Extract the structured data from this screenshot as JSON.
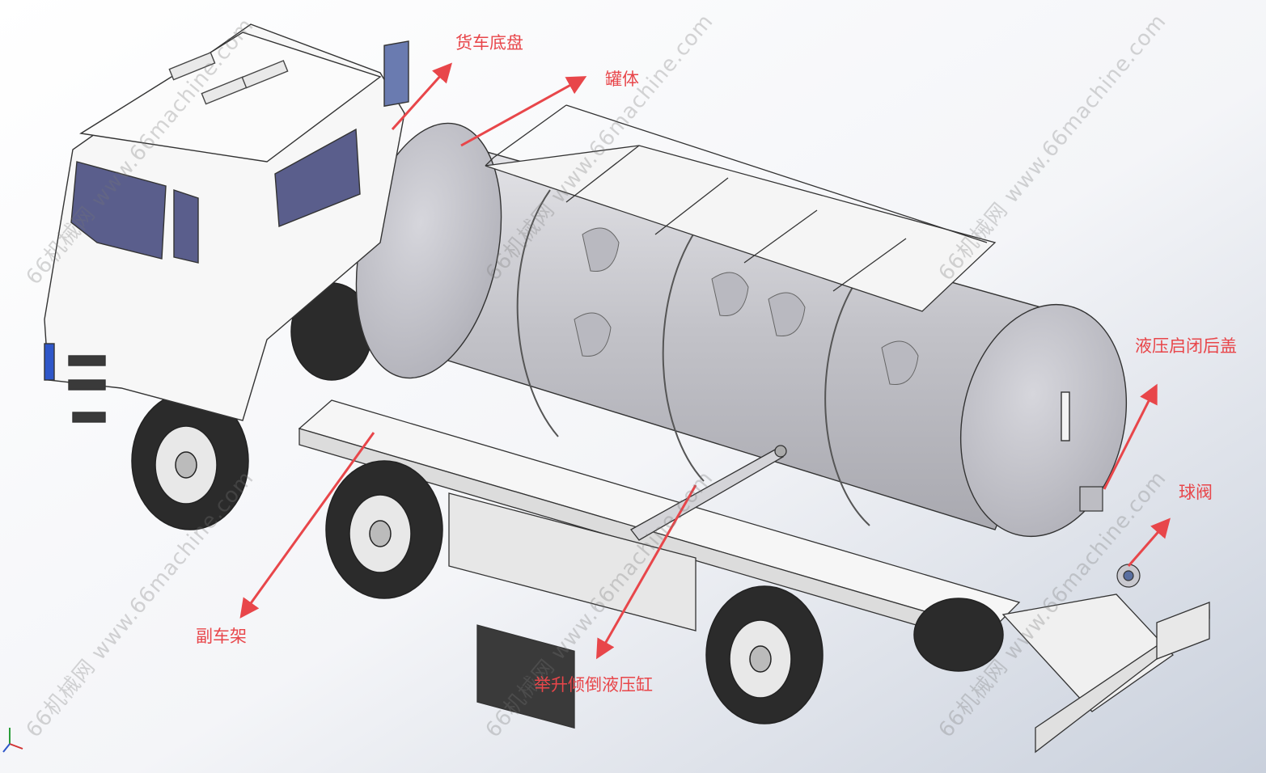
{
  "labels": {
    "chassis": "货车底盘",
    "tank": "罐体",
    "rear_cover": "液压启闭后盖",
    "ball_valve": "球阀",
    "subframe": "副车架",
    "lift_cylinder": "举升倾倒液压缸"
  },
  "watermark": "66机械网 www.66machine.com",
  "colors": {
    "callout": "#e8464a",
    "background_light": "#ffffff",
    "background_dark": "#c9d0dc",
    "tank_fill": "#c7c7cb",
    "window": "#5a5e8c"
  }
}
